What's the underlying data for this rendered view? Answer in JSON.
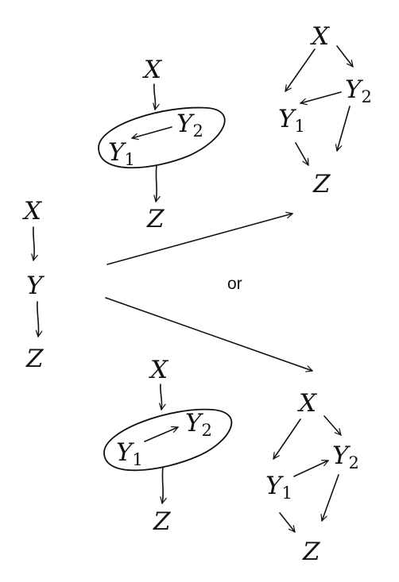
{
  "labels": {
    "x": "X",
    "y": "Y",
    "z": "Z",
    "y1": "Y",
    "y2": "Y",
    "sub1": "1",
    "sub2": "2",
    "or": "or"
  },
  "colors": {
    "ink": "#111111",
    "background": "#ffffff"
  }
}
